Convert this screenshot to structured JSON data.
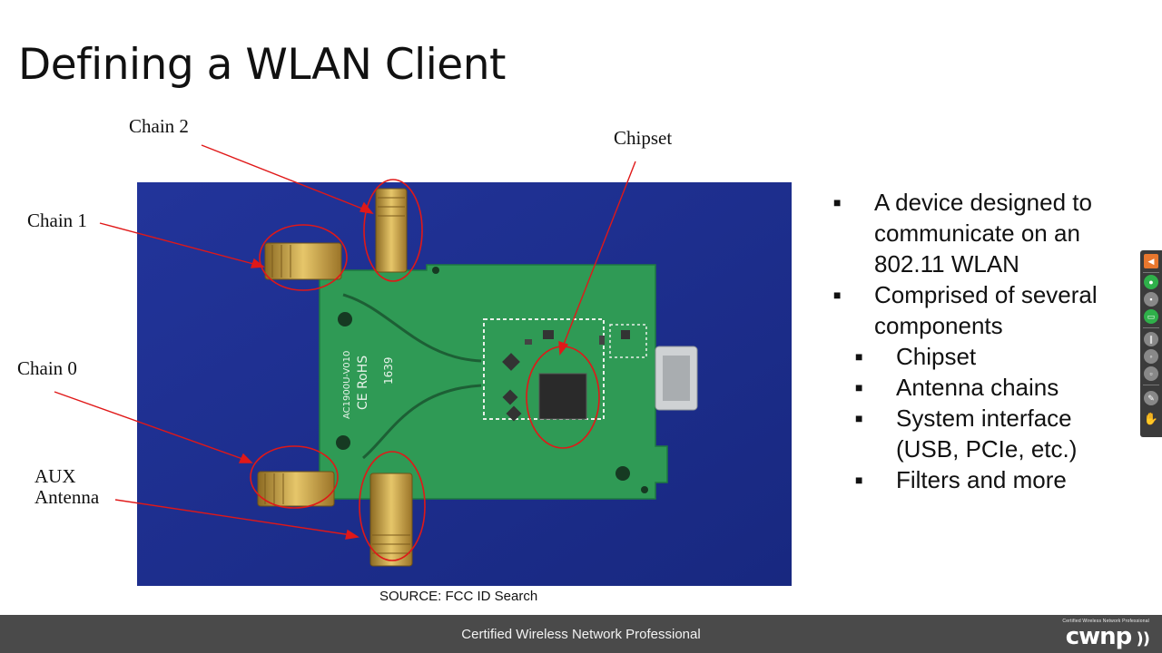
{
  "slide": {
    "title": "Defining a WLAN Client"
  },
  "figure": {
    "callouts": {
      "chain2": "Chain 2",
      "chain1": "Chain 1",
      "chain0": "Chain 0",
      "aux_line1": "AUX",
      "aux_line2": "Antenna",
      "chipset": "Chipset"
    },
    "source": "SOURCE: FCC ID Search",
    "board_markings": {
      "model": "AC1900U-V010",
      "ce_rohs": "CE RoHS",
      "date": "1639"
    },
    "colors": {
      "background": "#1d2f8f",
      "board": "#2f9a55",
      "connector": "#c9a24a",
      "callout_line": "#e01818"
    }
  },
  "bullets": [
    {
      "level": 1,
      "text": "A device designed to communicate on an 802.11 WLAN"
    },
    {
      "level": 1,
      "text": "Comprised of several components"
    },
    {
      "level": 2,
      "text": "Chipset"
    },
    {
      "level": 2,
      "text": "Antenna chains"
    },
    {
      "level": 2,
      "text": "System interface (USB, PCIe, etc.)"
    },
    {
      "level": 2,
      "text": "Filters and more"
    }
  ],
  "bullet_marker": "■",
  "footer": {
    "text": "Certified Wireless Network Professional",
    "logo": "cwnp",
    "logo_tagline": "Certified Wireless Network Professional",
    "background": "#4a4a4a"
  },
  "toolbar": {
    "buttons": [
      {
        "icon": "exit-arrow-icon",
        "color": "#e8772e"
      },
      {
        "icon": "microphone-icon",
        "color": "#2fb04a"
      },
      {
        "icon": "camera-icon",
        "color": "#888888"
      },
      {
        "icon": "screen-share-icon",
        "color": "#2fb04a"
      },
      {
        "icon": "pause-icon",
        "color": "#888888"
      },
      {
        "icon": "mouse-icon",
        "color": "#888888"
      },
      {
        "icon": "chat-icon",
        "color": "#888888"
      },
      {
        "icon": "pen-icon",
        "color": "#888888"
      },
      {
        "icon": "hand-icon",
        "color": "#e8772e"
      }
    ]
  }
}
